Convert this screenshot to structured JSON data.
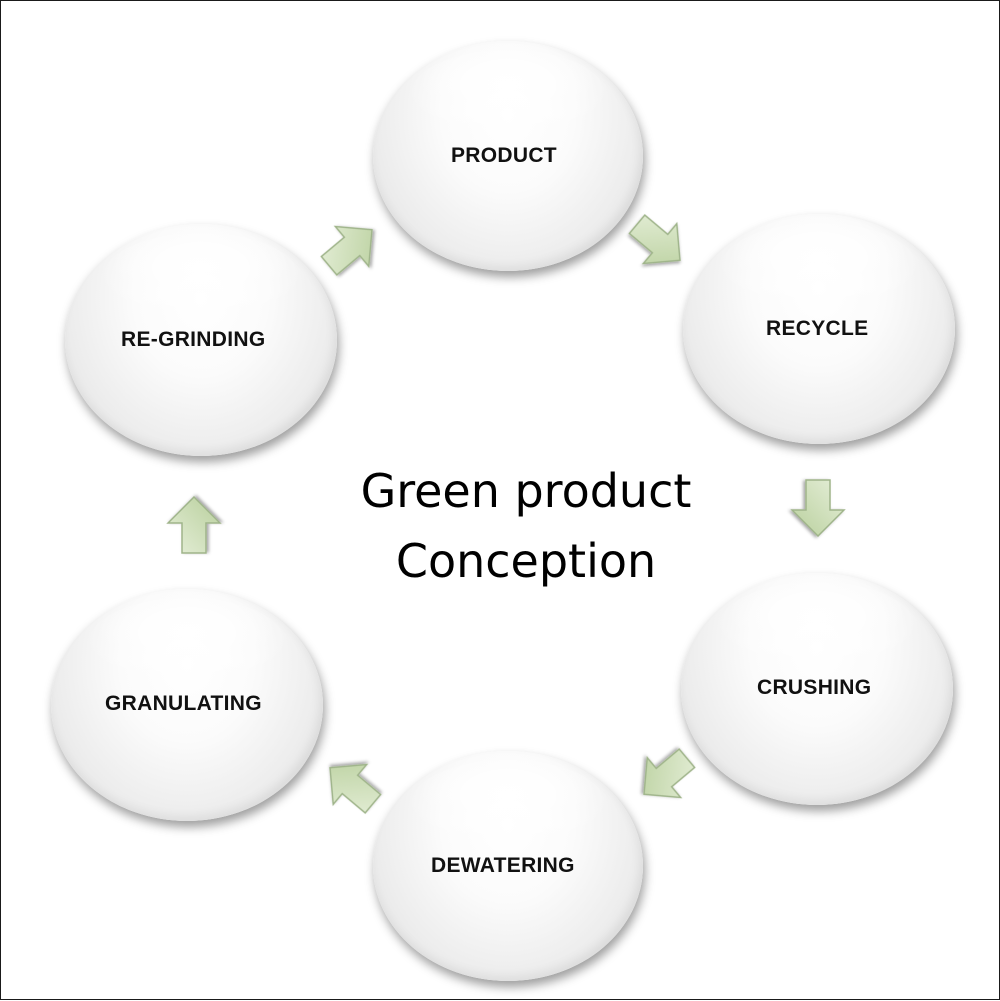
{
  "title": {
    "line1": "Green product",
    "line2": "Conception"
  },
  "nodes": [
    {
      "label": "PRODUCT"
    },
    {
      "label": "RECYCLE"
    },
    {
      "label": "CRUSHING"
    },
    {
      "label": "DEWATERING"
    },
    {
      "label": "GRANULATING"
    },
    {
      "label": "RE-GRINDING"
    }
  ],
  "colors": {
    "arrow_fill": "#cfe0b8",
    "arrow_stroke": "#9fb48a",
    "text": "#111111"
  }
}
